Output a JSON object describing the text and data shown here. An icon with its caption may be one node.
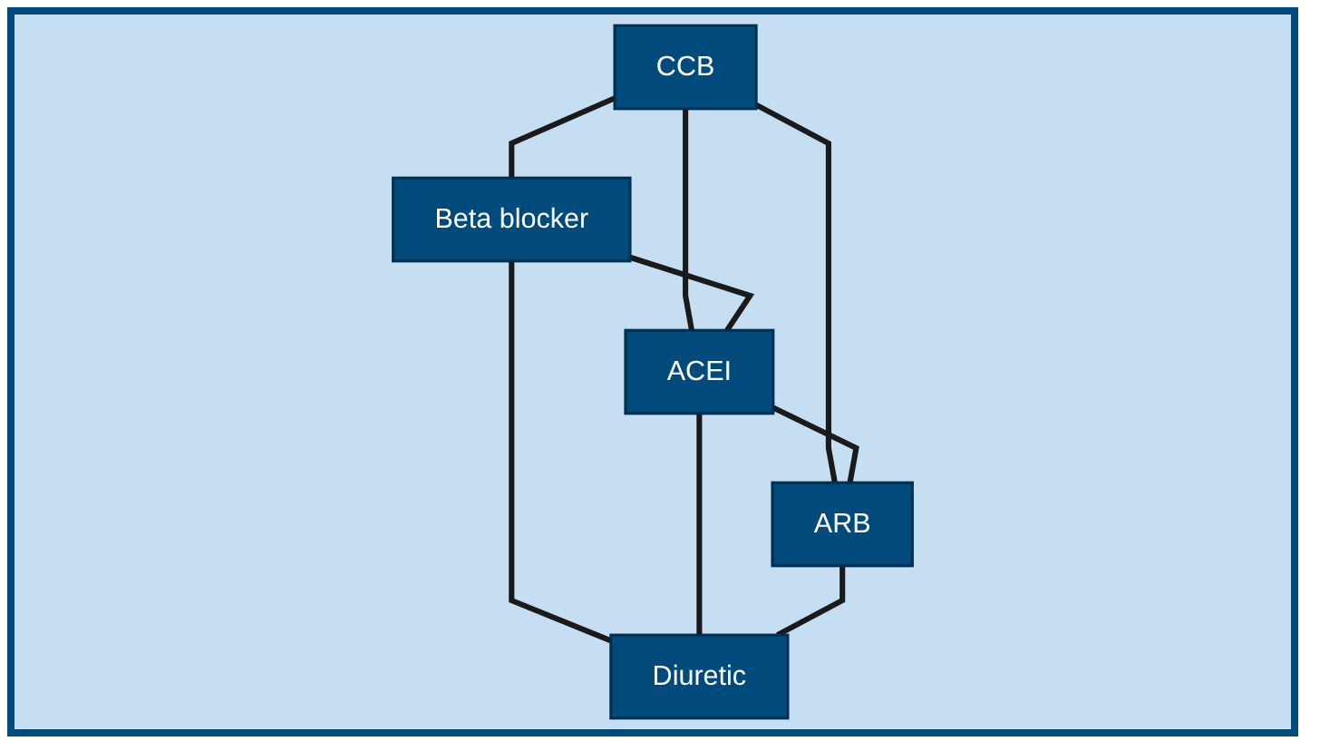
{
  "diagram": {
    "nodes": [
      {
        "text": [
          "CCB"
        ]
      },
      {
        "text": [
          "Beta blocker"
        ]
      },
      {
        "text": [
          "ACEI"
        ]
      },
      {
        "text": [
          "ARB"
        ]
      },
      {
        "text": [
          "Diuretic"
        ]
      }
    ],
    "edges": [
      {
        "from": 0,
        "to": 1,
        "arrow": "none"
      },
      {
        "from": 0,
        "to": 2,
        "arrow": "none"
      },
      {
        "from": 0,
        "to": 3,
        "arrow": "none"
      },
      {
        "from": 1,
        "to": 2,
        "arrow": "none"
      },
      {
        "from": 2,
        "to": 3,
        "arrow": "none"
      },
      {
        "from": 1,
        "to": 4,
        "arrow": "none"
      },
      {
        "from": 2,
        "to": 4,
        "arrow": "none"
      },
      {
        "from": 3,
        "to": 4,
        "arrow": "none"
      }
    ]
  }
}
